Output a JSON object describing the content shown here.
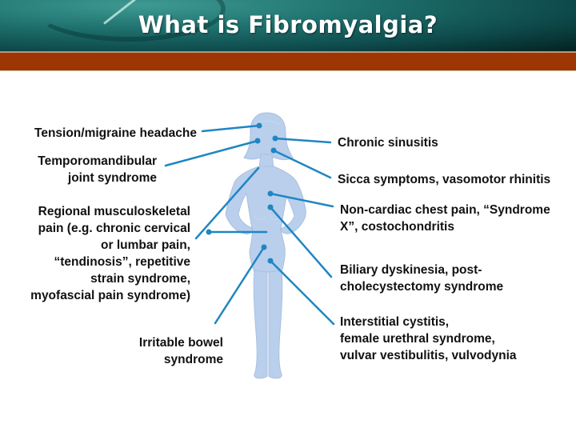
{
  "slide": {
    "title": "What is Fibromyalgia?",
    "colors": {
      "header_teal": "#1f726f",
      "band_orange": "#9e3603",
      "connector_blue": "#1f86c2",
      "figure_fill": "#b9cfec",
      "text": "#111111"
    }
  },
  "figure": {
    "icon": "female-body-silhouette",
    "label": "Female body silhouette"
  },
  "left_labels": [
    {
      "id": "headache",
      "text": "Tension/migraine headache"
    },
    {
      "id": "tmj",
      "text": "Temporomandibular\njoint syndrome"
    },
    {
      "id": "regional",
      "text": "Regional musculoskeletal\npain (e.g. chronic cervical\nor lumbar pain,\n“tendinosis”, repetitive\nstrain syndrome,\nmyofascial pain syndrome)"
    },
    {
      "id": "ibs",
      "text": "Irritable bowel\nsyndrome"
    }
  ],
  "right_labels": [
    {
      "id": "sinusitis",
      "text": "Chronic sinusitis"
    },
    {
      "id": "sicca",
      "text": "Sicca symptoms, vasomotor rhinitis"
    },
    {
      "id": "chest",
      "text": "Non-cardiac chest pain, “Syndrome\nX”, costochondritis"
    },
    {
      "id": "biliary",
      "text": "Biliary dyskinesia, post-\ncholecystectomy syndrome"
    },
    {
      "id": "cystitis",
      "text": "Interstitial cystitis,\nfemale urethral syndrome,\nvulvar vestibulitis, vulvodynia"
    }
  ]
}
